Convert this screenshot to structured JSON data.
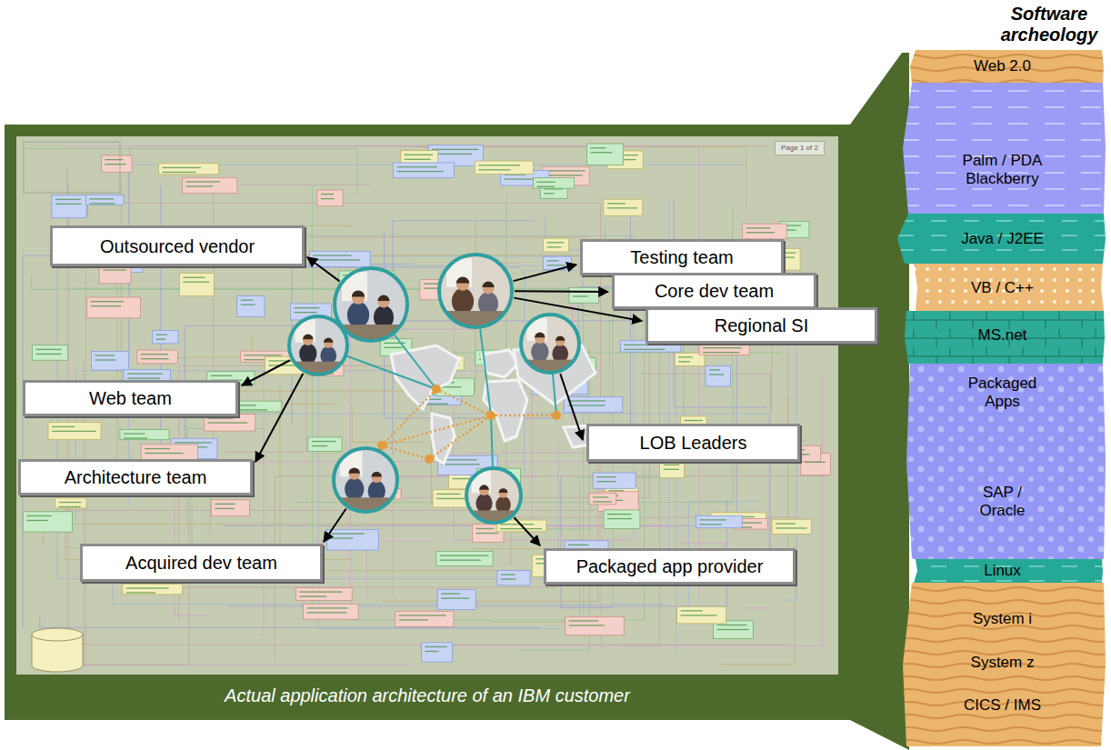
{
  "diagram": {
    "title": "Software archeology",
    "caption": "Actual application architecture of an IBM customer",
    "nodes": [
      {
        "text": [
          "Outsourced vendor"
        ]
      },
      {
        "text": [
          "Testing team"
        ]
      },
      {
        "text": [
          "Core dev team"
        ]
      },
      {
        "text": [
          "Regional SI"
        ]
      },
      {
        "text": [
          "Web team"
        ]
      },
      {
        "text": [
          "LOB Leaders"
        ]
      },
      {
        "text": [
          "Architecture team"
        ]
      },
      {
        "text": [
          "Acquired dev team"
        ]
      },
      {
        "text": [
          "Packaged app provider"
        ]
      },
      {
        "text": [
          "Web 2.0"
        ]
      },
      {
        "text": [
          "Palm / PDA Blackberry"
        ]
      },
      {
        "text": [
          "Java / J2EE"
        ]
      },
      {
        "text": [
          "VB / C++"
        ]
      },
      {
        "text": [
          "MS.net"
        ]
      },
      {
        "text": [
          "Packaged Apps",
          "SAP / Oracle"
        ]
      },
      {
        "text": [
          "Linux"
        ]
      },
      {
        "text": [
          "System i",
          "System z",
          "CICS / IMS"
        ]
      }
    ],
    "labels": [
      "Page 1 of 2"
    ]
  }
}
